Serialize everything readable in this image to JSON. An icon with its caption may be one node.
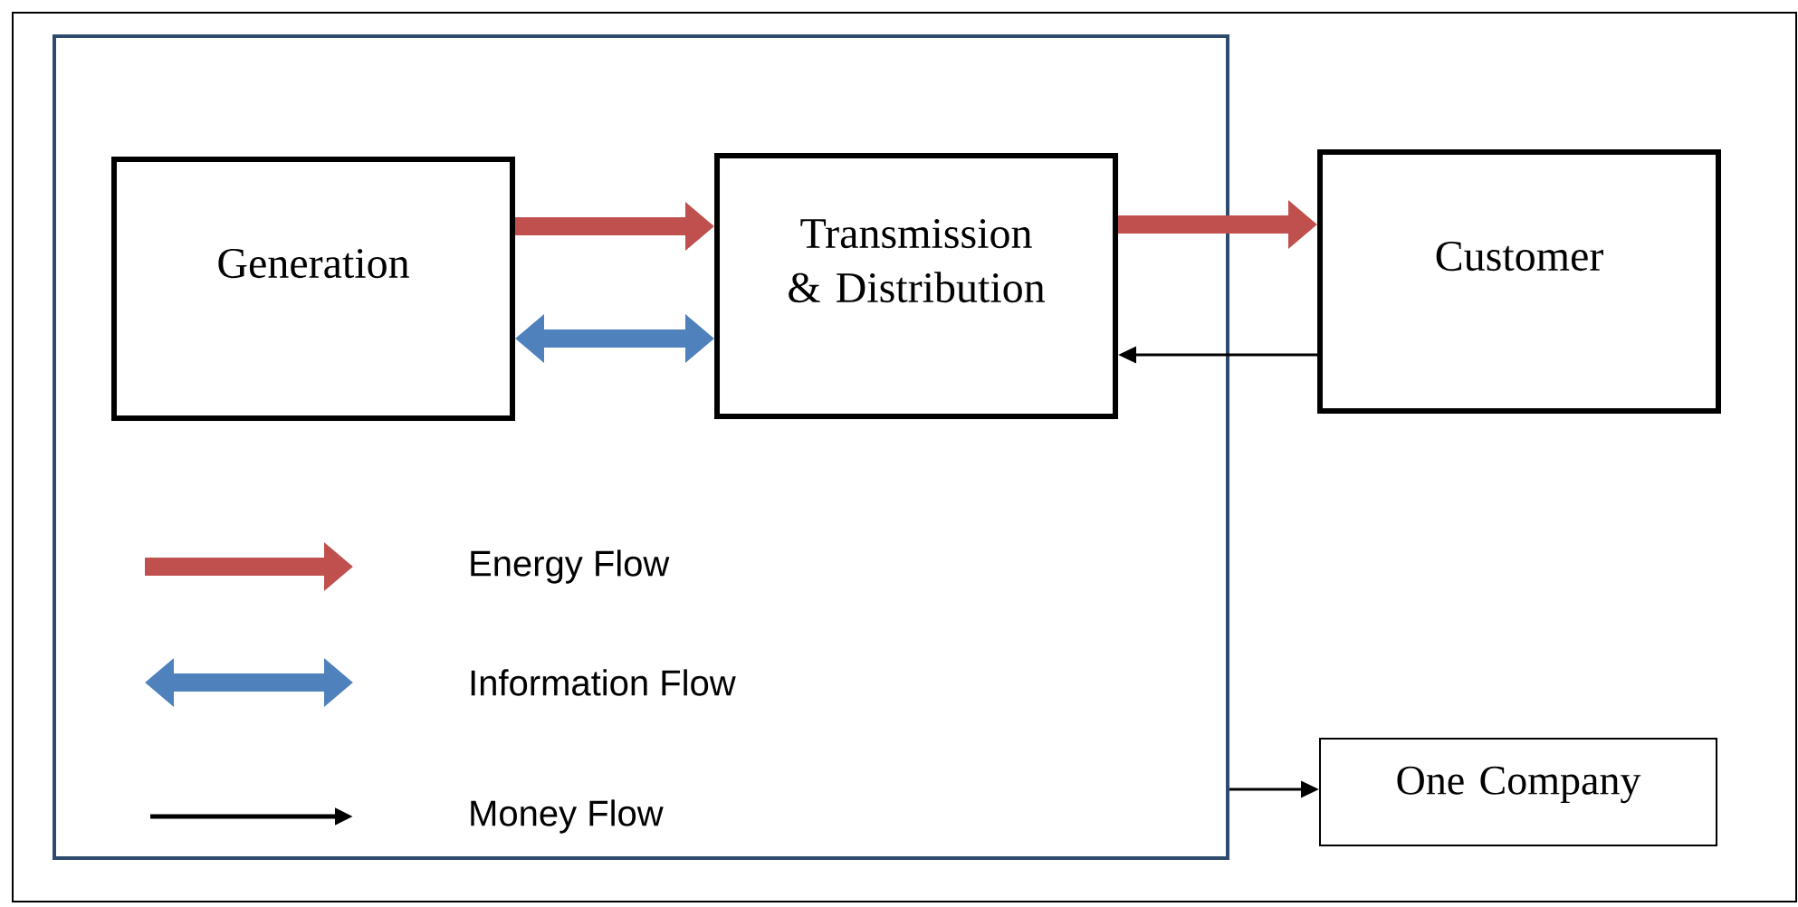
{
  "diagram": {
    "nodes": [
      {
        "text": [],
        "shape": "box"
      },
      {
        "text": [
          "Generation"
        ],
        "in": 0
      },
      {
        "text": [
          "Transmission & Distribution"
        ],
        "in": 0
      },
      {
        "text": [
          "Customer"
        ]
      },
      {
        "text": [
          "One Company"
        ]
      }
    ],
    "edges": [
      {
        "from": 1,
        "to": 2,
        "arrow": "to",
        "color": "#c0504d"
      },
      {
        "from": 2,
        "to": 1,
        "arrow": "both",
        "color": "#4f81bd"
      },
      {
        "from": 2,
        "to": 3,
        "arrow": "to",
        "color": "#c0504d"
      },
      {
        "from": 3,
        "to": 2,
        "arrow": "to",
        "color": "#000000"
      },
      {
        "from": 0,
        "to": 4,
        "arrow": "to",
        "color": "#000000"
      }
    ],
    "legend": [
      {
        "text": "Energy Flow"
      },
      {
        "text": "Information Flow"
      },
      {
        "text": "Money Flow"
      }
    ]
  }
}
